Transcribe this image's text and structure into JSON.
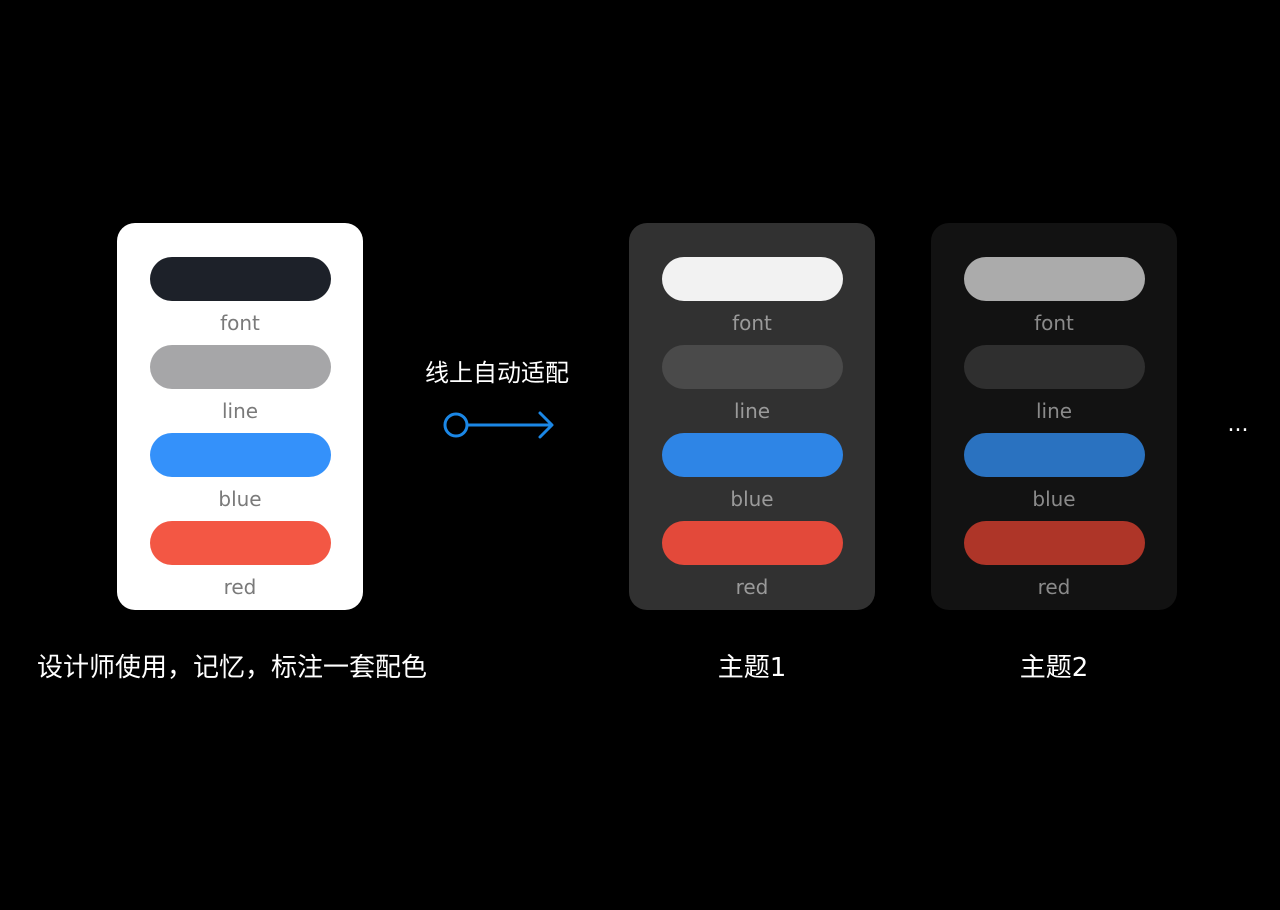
{
  "base_card": {
    "background": "#ffffff",
    "label_color": "#7a7a7a",
    "swatches": [
      {
        "label": "font",
        "color": "#1d2129"
      },
      {
        "label": "line",
        "color": "#a6a6a8"
      },
      {
        "label": "blue",
        "color": "#3491fa"
      },
      {
        "label": "red",
        "color": "#f35744"
      }
    ],
    "caption": "设计师使用，记忆，标注一套配色"
  },
  "arrow": {
    "label": "线上自动适配",
    "color": "#1b87e6"
  },
  "themes": [
    {
      "caption": "主题1",
      "background": "#313131",
      "label_color": "#9a9a9a",
      "swatches": [
        {
          "label": "font",
          "color": "#f2f2f2"
        },
        {
          "label": "line",
          "color": "#4a4a4a"
        },
        {
          "label": "blue",
          "color": "#2e85e6"
        },
        {
          "label": "red",
          "color": "#e3493a"
        }
      ]
    },
    {
      "caption": "主题2",
      "background": "#121212",
      "label_color": "#8a8a8a",
      "swatches": [
        {
          "label": "font",
          "color": "#ababab"
        },
        {
          "label": "line",
          "color": "#2f2f2f"
        },
        {
          "label": "blue",
          "color": "#2a72c0"
        },
        {
          "label": "red",
          "color": "#ae3528"
        }
      ]
    }
  ],
  "more": "..."
}
